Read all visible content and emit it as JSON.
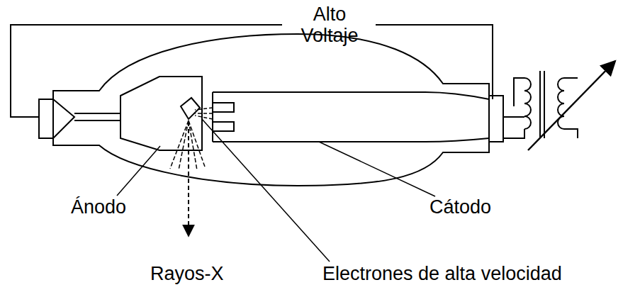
{
  "diagram": {
    "labels": [
      "Alto Voltaje",
      "Ánodo",
      "Cátodo",
      "Rayos-X",
      "Electrones de alta velocidad"
    ]
  }
}
